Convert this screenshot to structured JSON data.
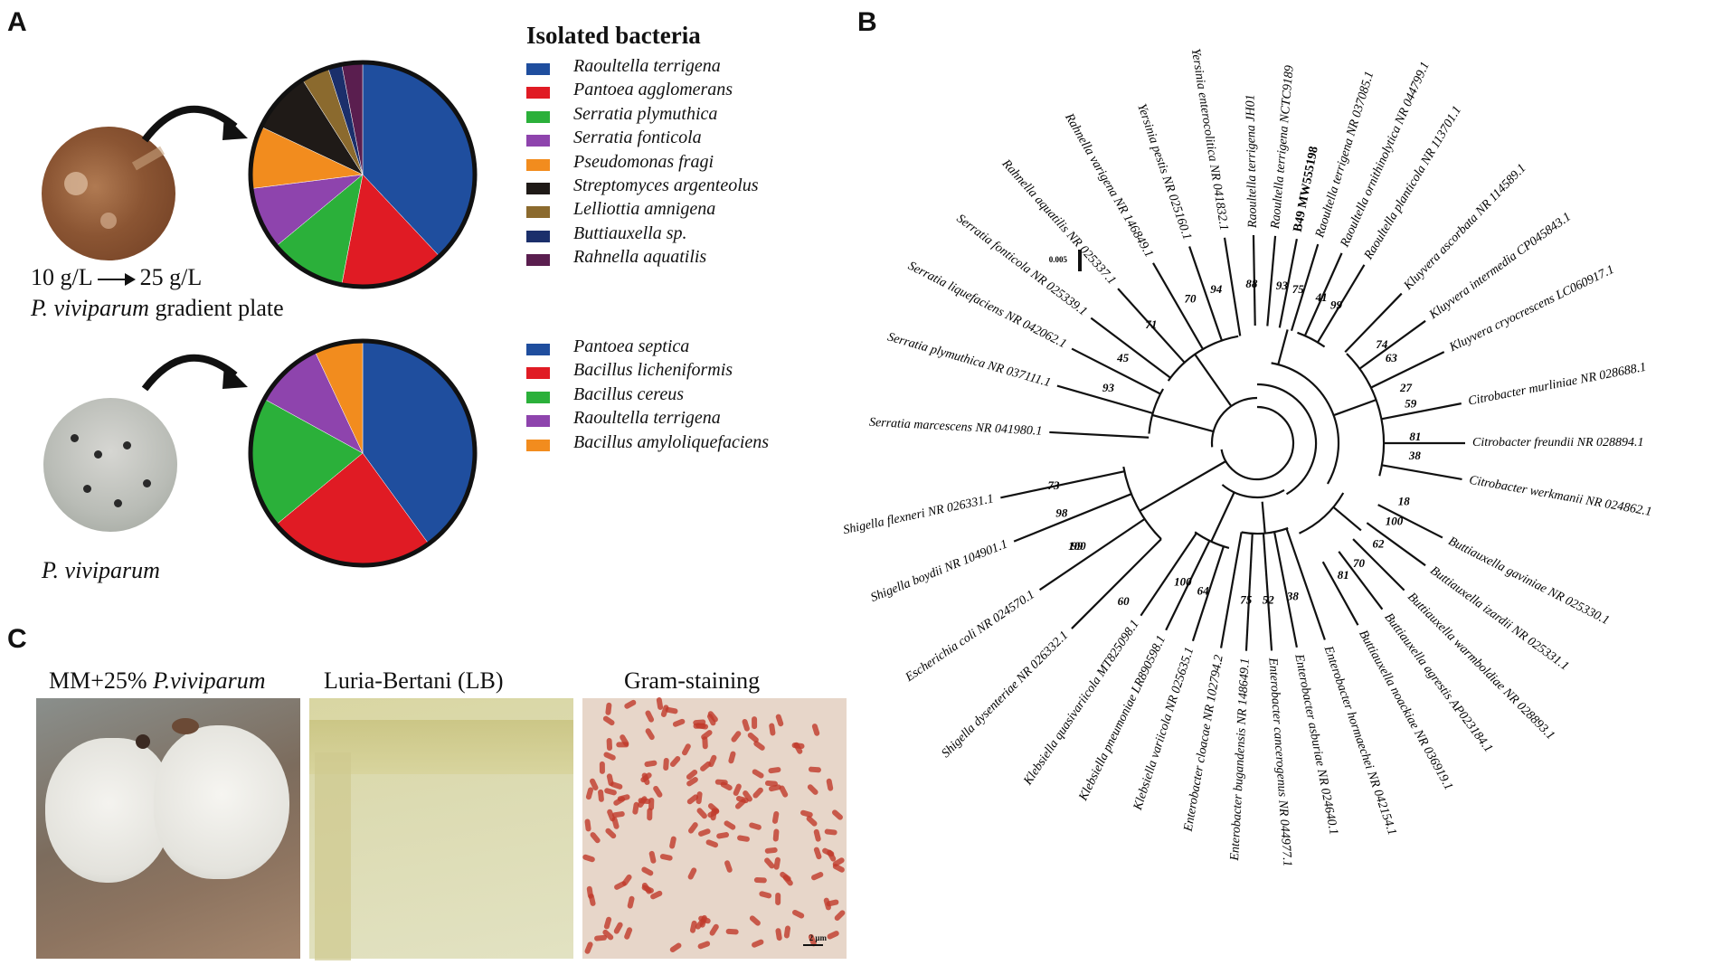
{
  "panel_labels": {
    "a": "A",
    "b": "B",
    "c": "C"
  },
  "panelA": {
    "legend1_title": "Isolated bacteria",
    "gradient_caption_from": "10 g/L",
    "gradient_caption_to": "25 g/L",
    "gradient_caption_species": "P. viviparum",
    "gradient_caption_rest": " gradient plate",
    "plain_caption": "P. viviparum",
    "colors": {
      "blue": "#1f4e9e",
      "red": "#e01b24",
      "green": "#2bb03a",
      "purple": "#8e44ad",
      "orange": "#f28c1e",
      "black": "#1f1a17",
      "brown": "#8b6a2e",
      "navy": "#1b2f6b",
      "plum": "#5a1e4f"
    }
  },
  "chart_data": [
    {
      "type": "pie",
      "slices": [
        {
          "label": "Raoultella terrigena",
          "value": 38,
          "color": "#1f4e9e"
        },
        {
          "label": "Pantoea agglomerans",
          "value": 15,
          "color": "#e01b24"
        },
        {
          "label": "Serratia plymuthica",
          "value": 11,
          "color": "#2bb03a"
        },
        {
          "label": "Serratia fonticola",
          "value": 9,
          "color": "#8e44ad"
        },
        {
          "label": "Pseudomonas fragi",
          "value": 9,
          "color": "#f28c1e"
        },
        {
          "label": "Streptomyces argenteolus",
          "value": 9,
          "color": "#1f1a17"
        },
        {
          "label": "Lelliottia amnigena",
          "value": 4,
          "color": "#8b6a2e"
        },
        {
          "label": "Buttiauxella sp.",
          "value": 2,
          "color": "#1b2f6b"
        },
        {
          "label": "Rahnella aquatilis",
          "value": 3,
          "color": "#5a1e4f"
        }
      ]
    },
    {
      "type": "pie",
      "slices": [
        {
          "label": "Pantoea septica",
          "value": 40,
          "color": "#1f4e9e"
        },
        {
          "label": "Bacillus licheniformis",
          "value": 24,
          "color": "#e01b24"
        },
        {
          "label": "Bacillus cereus",
          "value": 19,
          "color": "#2bb03a"
        },
        {
          "label": "Raoultella terrigena",
          "value": 10,
          "color": "#8e44ad"
        },
        {
          "label": "Bacillus amyloliquefaciens",
          "value": 7,
          "color": "#f28c1e"
        }
      ]
    }
  ],
  "panelC": {
    "title1_prefix": "MM+25% ",
    "title1_species": "P.viviparum",
    "title2": "Luria-Bertani (LB)",
    "title3": "Gram-staining",
    "scale": "2 μm"
  },
  "tree": {
    "scale_label": "0.005",
    "highlight": "B49 MW555198",
    "taxa": [
      {
        "name": "Raoultella terrigena JH01",
        "angle": -91
      },
      {
        "name": "Raoultella terrigena NCTC9189",
        "angle": -85
      },
      {
        "name": "B49 MW555198",
        "angle": -79
      },
      {
        "name": "Raoultella terrigena NR 037085.1",
        "angle": -73
      },
      {
        "name": "Raoultella ornithinolytica NR 044799.1",
        "angle": -66
      },
      {
        "name": "Raoultella planticola NR 113701.1",
        "angle": -59
      },
      {
        "name": "Kluyvera ascorbata NR 114589.1",
        "angle": -46
      },
      {
        "name": "Kluyvera intermedia CP045843.1",
        "angle": -36
      },
      {
        "name": "Kluyvera cryocrescens LC060917.1",
        "angle": -26
      },
      {
        "name": "Citrobacter murliniae NR 028688.1",
        "angle": -11
      },
      {
        "name": "Citrobacter freundii NR 028894.1",
        "angle": 0
      },
      {
        "name": "Citrobacter werkmanii NR 024862.1",
        "angle": 10
      },
      {
        "name": "Buttiauxella gaviniae NR 025330.1",
        "angle": 27
      },
      {
        "name": "Buttiauxella izardii NR 025331.1",
        "angle": 36
      },
      {
        "name": "Buttiauxella warmboldiae NR 028893.1",
        "angle": 45
      },
      {
        "name": "Buttiauxella agrestis AP023184.1",
        "angle": 53
      },
      {
        "name": "Buttiauxella noackiae NR 036919.1",
        "angle": 61
      },
      {
        "name": "Enterobacter hormaechei NR 042154.1",
        "angle": 71
      },
      {
        "name": "Enterobacter asburiae NR 024640.1",
        "angle": 79
      },
      {
        "name": "Enterobacter cancerogenus NR 044977.1",
        "angle": 86
      },
      {
        "name": "Enterobacter bugandensis NR 148649.1",
        "angle": 93
      },
      {
        "name": "Enterobacter cloacae NR 102794.2",
        "angle": 100
      },
      {
        "name": "Klebsiella variicola NR 025635.1",
        "angle": 108
      },
      {
        "name": "Klebsiella pneumoniae LR890598.1",
        "angle": 116
      },
      {
        "name": "Klebsiella quasivariicola MT825098.1",
        "angle": 124
      },
      {
        "name": "Shigella dysenteriae NR 026332.1",
        "angle": 135
      },
      {
        "name": "Escherichia coli NR 024570.1",
        "angle": 146
      },
      {
        "name": "Shigella boydii NR 104901.1",
        "angle": 158
      },
      {
        "name": "Shigella flexneri NR 026331.1",
        "angle": 168
      },
      {
        "name": "Serratia marcescens NR 041980.1",
        "angle": 183
      },
      {
        "name": "Serratia plymuthica NR 037111.1",
        "angle": 196
      },
      {
        "name": "Serratia liquefaciens NR 042062.1",
        "angle": 207
      },
      {
        "name": "Serratia fonticola NR 025339.1",
        "angle": 217
      },
      {
        "name": "Rahnella aquatilis NR 025337.1",
        "angle": 228
      },
      {
        "name": "Rahnella varigena NR 146849.1",
        "angle": 240
      },
      {
        "name": "Yersinia pestis NR 025160.1",
        "angle": 251
      },
      {
        "name": "Yersinia enterocolitica NR 041832.1",
        "angle": 261
      }
    ],
    "bootstraps": [
      {
        "v": "88",
        "angle": -92
      },
      {
        "v": "93",
        "angle": -81
      },
      {
        "v": "75",
        "angle": -75
      },
      {
        "v": "99",
        "angle": -60
      },
      {
        "v": "41",
        "angle": -66
      },
      {
        "v": "74",
        "angle": -38
      },
      {
        "v": "63",
        "angle": -32
      },
      {
        "v": "59",
        "angle": -14
      },
      {
        "v": "27",
        "angle": -20
      },
      {
        "v": "81",
        "angle": -2
      },
      {
        "v": "38",
        "angle": 5
      },
      {
        "v": "18",
        "angle": 22
      },
      {
        "v": "100",
        "angle": 30
      },
      {
        "v": "62",
        "angle": 40
      },
      {
        "v": "70",
        "angle": 50
      },
      {
        "v": "81",
        "angle": 57
      },
      {
        "v": "38",
        "angle": 77
      },
      {
        "v": "52",
        "angle": 86
      },
      {
        "v": "75",
        "angle": 94
      },
      {
        "v": "64",
        "angle": 110
      },
      {
        "v": "100",
        "angle": 118
      },
      {
        "v": "60",
        "angle": 130
      },
      {
        "v": "99",
        "angle": 150
      },
      {
        "v": "100",
        "angle": 150
      },
      {
        "v": "98",
        "angle": 160
      },
      {
        "v": "73",
        "angle": 168
      },
      {
        "v": "93",
        "angle": 200
      },
      {
        "v": "45",
        "angle": 212
      },
      {
        "v": "71",
        "angle": 228
      },
      {
        "v": "70",
        "angle": 245
      },
      {
        "v": "94",
        "angle": 255
      }
    ]
  }
}
